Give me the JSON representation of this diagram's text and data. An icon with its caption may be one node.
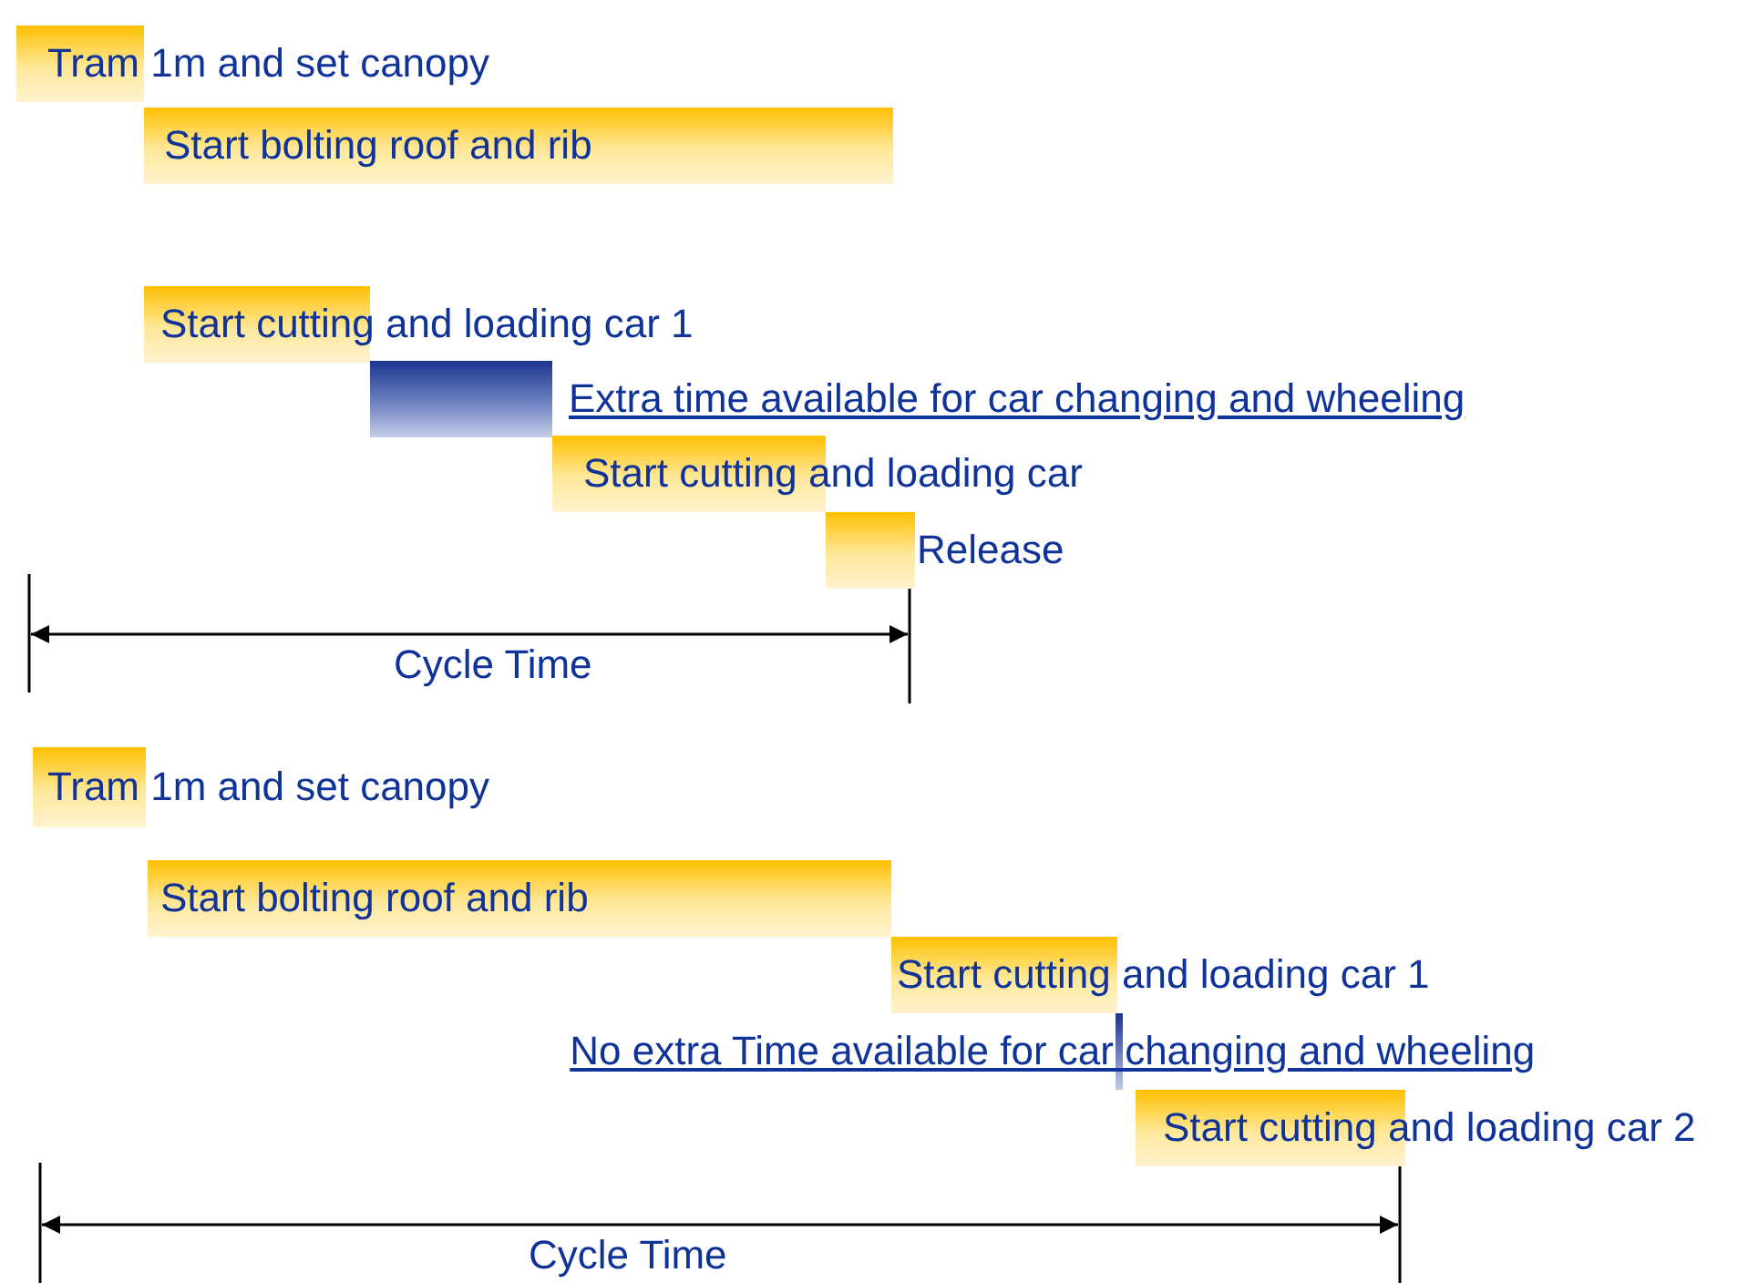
{
  "diagram": {
    "nodes": [
      {
        "text": [
          "Tram 1m and set canopy"
        ]
      },
      {
        "text": [
          "Start bolting roof and rib"
        ]
      },
      {
        "text": [
          "Start cutting and loading car 1"
        ]
      },
      {
        "text": [
          "Extra time available for car changing and wheeling"
        ]
      },
      {
        "text": [
          "Start cutting and loading car"
        ]
      },
      {
        "text": [
          "Release"
        ]
      },
      {
        "text": [
          "Tram 1m and set canopy"
        ]
      },
      {
        "text": [
          "Start bolting roof and rib"
        ]
      },
      {
        "text": [
          "Start cutting and loading car 1"
        ]
      },
      {
        "text": [
          "No extra Time available for car changing and wheeling"
        ]
      },
      {
        "text": [
          "Start cutting and loading car 2"
        ]
      }
    ],
    "edges": [],
    "labels": [
      "Cycle Time",
      "Cycle Time"
    ]
  }
}
